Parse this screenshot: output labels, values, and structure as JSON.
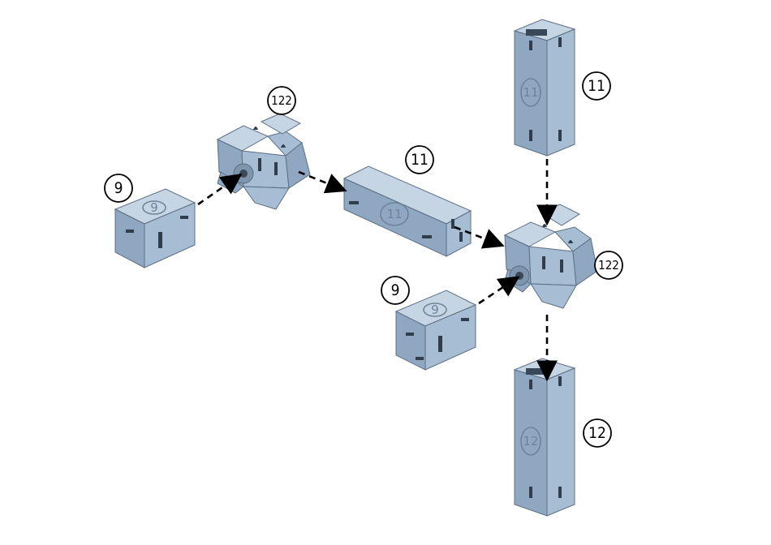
{
  "callouts": {
    "c1": "9",
    "c2": "122",
    "c3": "11",
    "c4": "11",
    "c5": "122",
    "c6": "9",
    "c7": "12"
  },
  "emboss": {
    "e1": "9",
    "e2": "11",
    "e3": "11",
    "e4": "9",
    "e5": "12"
  },
  "colors": {
    "part_light": "#c6d5e4",
    "part_mid": "#a7bdd3",
    "part_dark": "#8fa7c0",
    "arrow": "#000000"
  }
}
